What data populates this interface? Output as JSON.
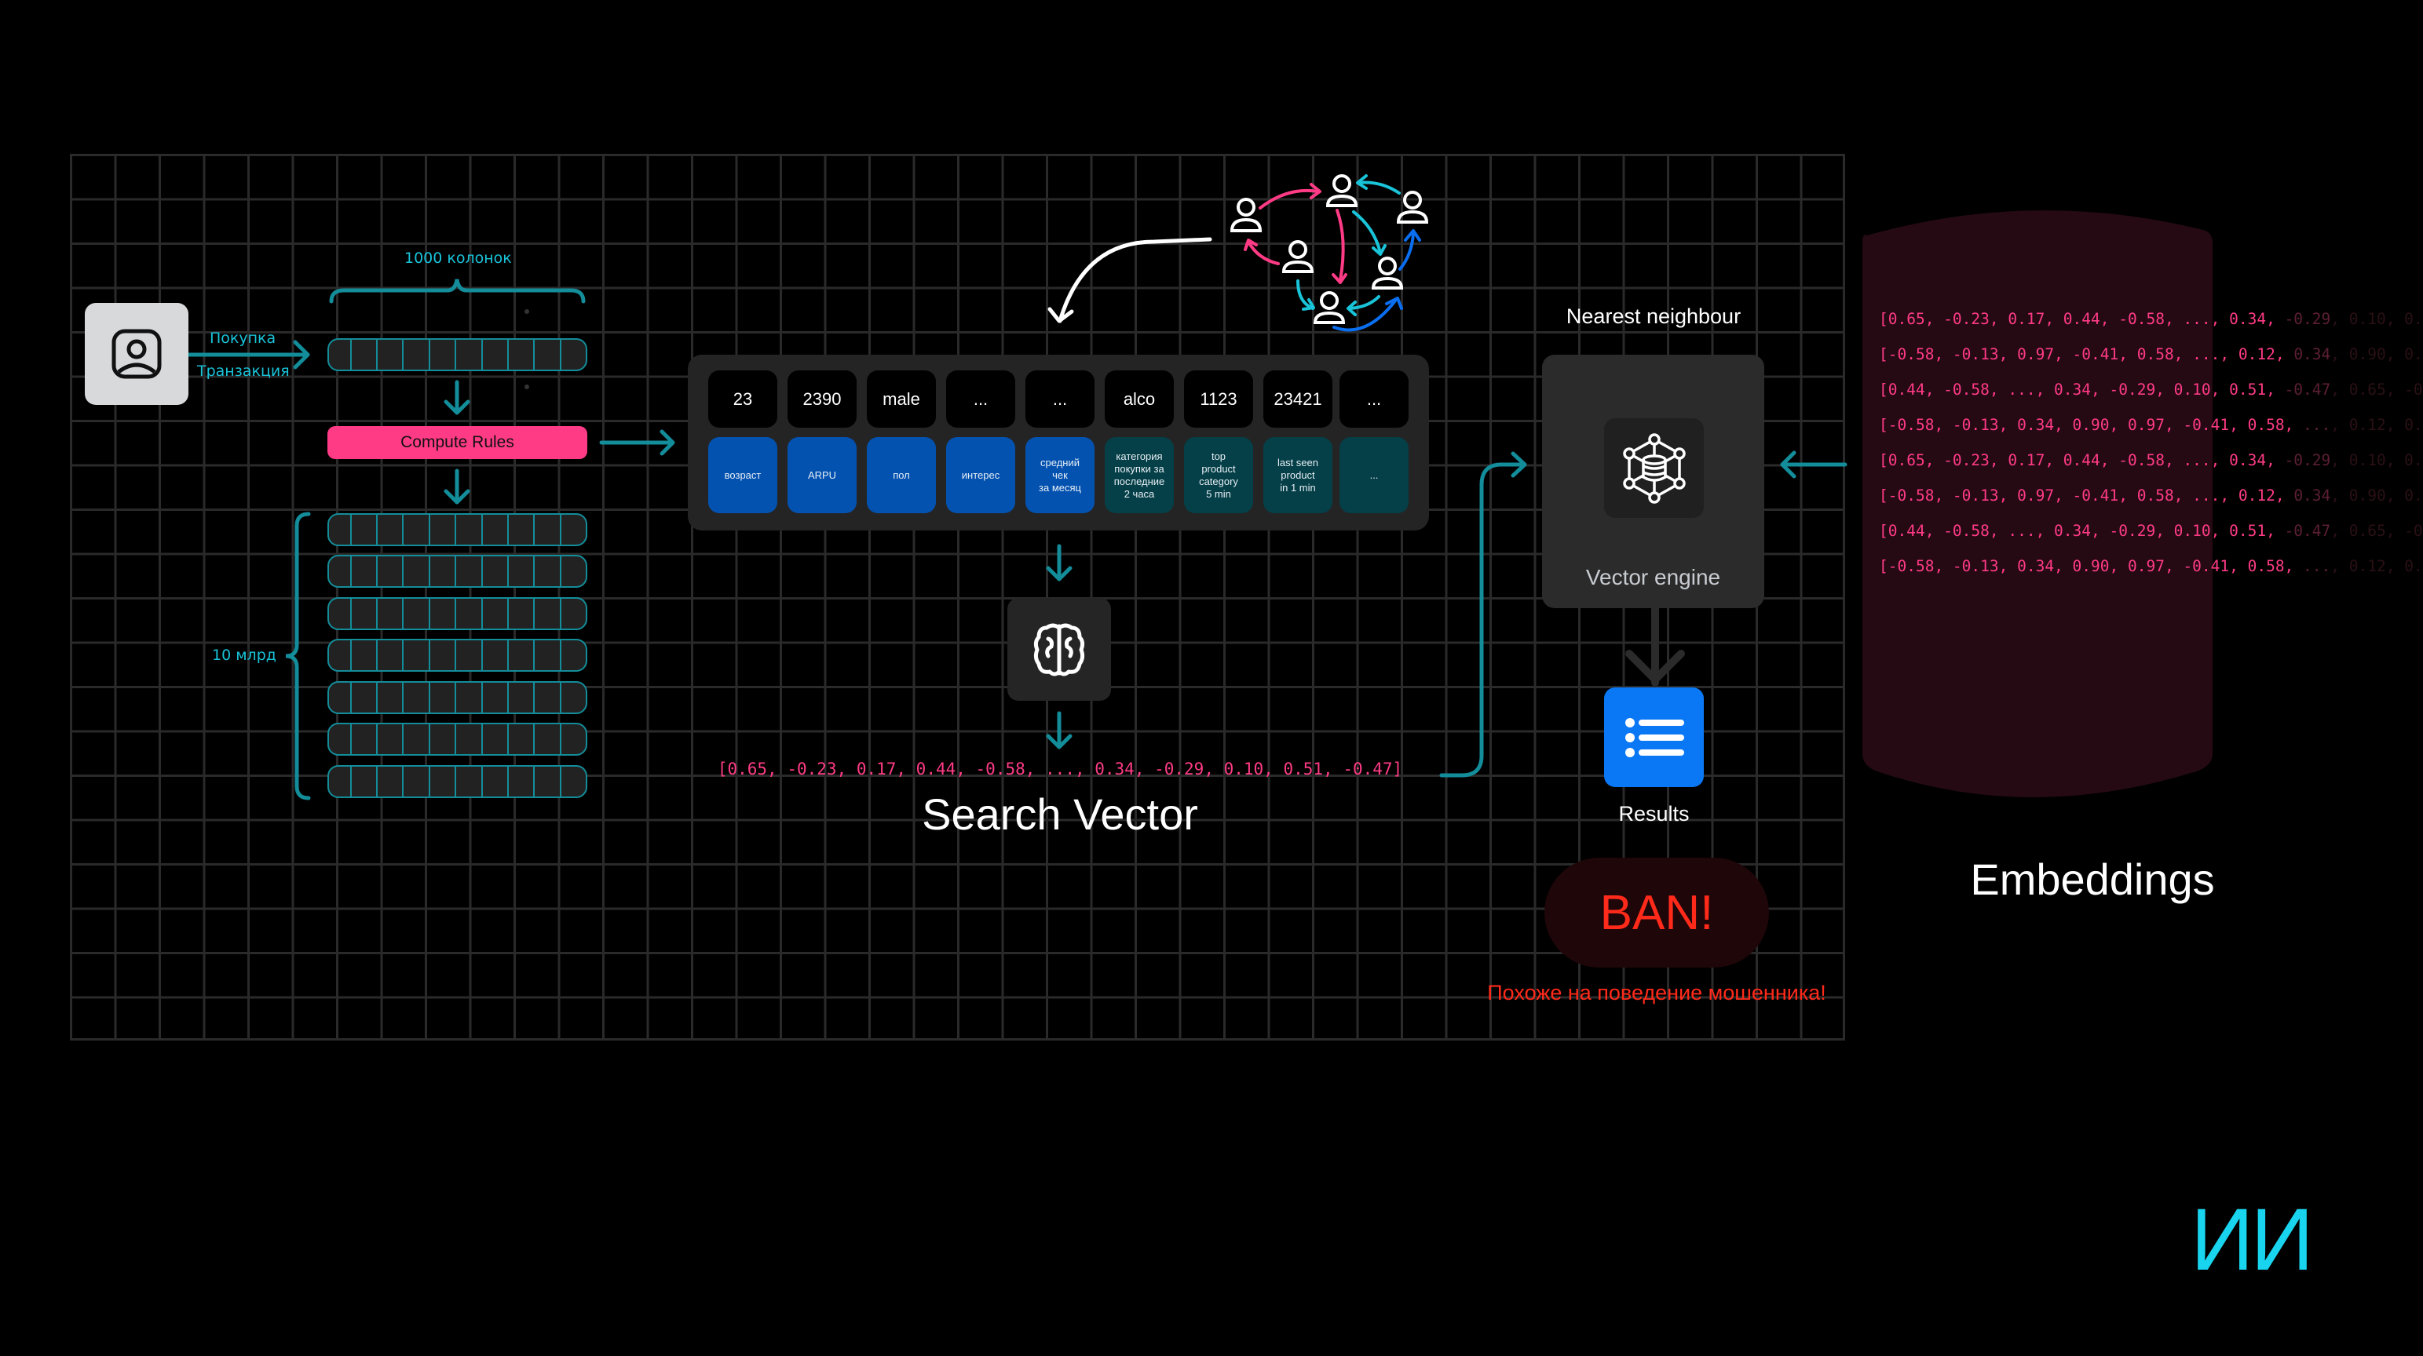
{
  "colors": {
    "background": "#000000",
    "grid": "#2a2a2a",
    "teal": "#138d9a",
    "cyan_text": "#19c3d8",
    "pink": "#ff3b85",
    "blue_feature": "#0452b0",
    "teal_feature": "#053f47",
    "results_blue": "#0a78f5",
    "ban_red": "#ff2a1a",
    "embeddings_bg": "#250a14",
    "logo": "#19d4ee"
  },
  "source": {
    "icon": "user-square-icon",
    "event_labels": [
      "Покупка",
      "Транзакция"
    ]
  },
  "table": {
    "columns_label": "1000 колонок",
    "rows_label": "10 млрд",
    "compute_label": "Compute Rules"
  },
  "features": [
    {
      "value": "23",
      "label": "возраст",
      "kind": "static"
    },
    {
      "value": "2390",
      "label": "ARPU",
      "kind": "static"
    },
    {
      "value": "male",
      "label": "пол",
      "kind": "static"
    },
    {
      "value": "...",
      "label": "интерес",
      "kind": "static"
    },
    {
      "value": "...",
      "label": "средний\nчек\nза месяц",
      "kind": "static"
    },
    {
      "value": "alco",
      "label": "категория\nпокупки за\nпоследние\n2 часа",
      "kind": "realtime"
    },
    {
      "value": "1123",
      "label": "top\nproduct\ncategory\n5 min",
      "kind": "realtime"
    },
    {
      "value": "23421",
      "label": "last seen\nproduct\nin 1 min",
      "kind": "realtime"
    },
    {
      "value": "...",
      "label": "...",
      "kind": "realtime"
    }
  ],
  "model": {
    "icon": "brain-icon"
  },
  "search_vector": {
    "text": "[0.65, -0.23, 0.17, 0.44, -0.58, ..., 0.34, -0.29, 0.10, 0.51, -0.47]",
    "title": "Search Vector"
  },
  "graph": {
    "icon": "people-graph-icon"
  },
  "vector_engine": {
    "title": "Nearest neighbour",
    "label": "Vector engine",
    "icon": "vector-database-icon"
  },
  "results": {
    "label": "Results",
    "icon": "list-icon"
  },
  "verdict": {
    "badge": "BAN!",
    "message": "Похоже на поведение мошенника!"
  },
  "embeddings": {
    "title": "Embeddings",
    "rows": [
      {
        "visible": "[0.65, -0.23, 0.17, 0.44, -0.58, ..., 0.34, ",
        "fading": "-0.29",
        "hidden": ", 0.10, 0."
      },
      {
        "visible": "[-0.58, -0.13, 0.97, -0.41, 0.58, ..., 0.12, ",
        "fading": "0.34",
        "hidden": ", 0.90, 0."
      },
      {
        "visible": "[0.44, -0.58, ..., 0.34, -0.29, 0.10, 0.51, ",
        "fading": "-0.47",
        "hidden": ", 0.65, -0"
      },
      {
        "visible": "[-0.58, -0.13, 0.34, 0.90, 0.97, -0.41, 0.58, ",
        "fading": "...",
        "hidden": ", 0.12, 0."
      },
      {
        "visible": "[0.65, -0.23, 0.17, 0.44, -0.58, ..., 0.34, ",
        "fading": "-0.29",
        "hidden": ", 0.10, 0."
      },
      {
        "visible": "[-0.58, -0.13, 0.97, -0.41, 0.58, ..., 0.12, ",
        "fading": "0.34",
        "hidden": ", 0.90, 0."
      },
      {
        "visible": "[0.44, -0.58, ..., 0.34, -0.29, 0.10, 0.51, ",
        "fading": "-0.47",
        "hidden": ", 0.65, -0"
      },
      {
        "visible": "[-0.58, -0.13, 0.34, 0.90, 0.97, -0.41, 0.58, ",
        "fading": "...",
        "hidden": ", 0.12, 0."
      }
    ]
  },
  "logo": {
    "text": "ИИ"
  }
}
